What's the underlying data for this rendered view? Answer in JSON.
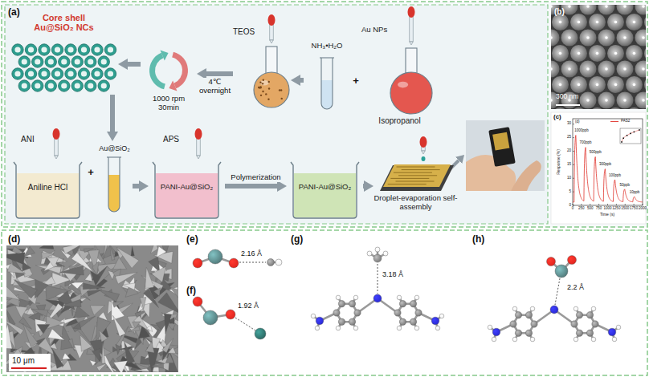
{
  "diagram": {
    "nodes": [
      {
        "text": [
          "Core shell Au@SiO₂ NCs"
        ]
      },
      {
        "text": [
          "1000 rpm 30min"
        ]
      },
      {
        "text": [
          "TEOS"
        ]
      },
      {
        "text": [
          "NH₃•H₂O"
        ]
      },
      {
        "text": [
          "Au NPs",
          "Isopropanol"
        ]
      },
      {
        "text": [
          "ANI",
          "Aniline HCl"
        ]
      },
      {
        "text": [
          "Au@SiO₂"
        ]
      },
      {
        "text": [
          "APS",
          "PANI-Au@SiO₂"
        ]
      },
      {
        "text": [
          "PANI-Au@SiO₂"
        ]
      },
      {
        "text": [
          "Droplet-evaporation self-assembly"
        ]
      }
    ],
    "edges": [
      {
        "from": 1,
        "to": 0,
        "arrow": "to"
      },
      {
        "from": 2,
        "to": 1,
        "arrow": "to",
        "label": "4℃ overnight"
      },
      {
        "from": 3,
        "to": 2,
        "arrow": "to"
      },
      {
        "from": 0,
        "to": 6,
        "arrow": "to"
      },
      {
        "from": 6,
        "to": 7,
        "arrow": "to"
      },
      {
        "from": 7,
        "to": 8,
        "arrow": "to",
        "label": "Polymerization"
      },
      {
        "from": 8,
        "to": 9,
        "arrow": "to"
      }
    ],
    "labels": [
      "(a)",
      "+",
      "+",
      "(b)",
      "300 nm",
      "(c)",
      "(d)",
      "0",
      "5",
      "10",
      "15",
      "20",
      "25",
      "30",
      "0",
      "250",
      "500",
      "750",
      "1000",
      "1250",
      "1500",
      "1750",
      "2000",
      "Response (%)",
      "Time (s)",
      "1000ppb",
      "700ppb",
      "500ppb",
      "300ppb",
      "100ppb",
      "50ppb",
      "10ppb",
      "(d)",
      "10 μm",
      "(e)",
      "2.16 Å",
      "(f)",
      "1.92 Å",
      "(g)",
      "3.18 Å",
      "(h)",
      "2.2 Å"
    ],
    "legend": [
      {
        "text": "PAS2"
      }
    ]
  }
}
